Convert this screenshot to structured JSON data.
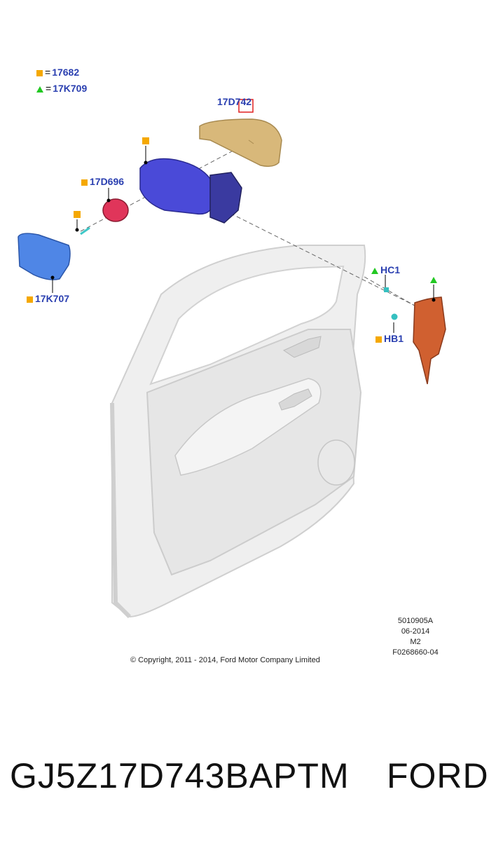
{
  "legend": [
    {
      "marker": "square",
      "color": "#f5a800",
      "text": "17682"
    },
    {
      "marker": "triangle",
      "color": "#22c822",
      "text": "17K709"
    }
  ],
  "legend_equals": "=",
  "callouts": {
    "housing_cover": "17D742",
    "motor": "17D696",
    "glass": "17K707",
    "hc1": "HC1",
    "hb1": "HB1"
  },
  "ref_block": {
    "line1": "5010905A",
    "line2": "06-2014",
    "line3": "M2",
    "line4": "F0268660-04"
  },
  "copyright": "© Copyright, 2011 - 2014, Ford Motor Company Limited",
  "footer": {
    "part_number": "GJ5Z17D743BAPTM",
    "brand": "FORD"
  },
  "colors": {
    "label_blue": "#2a3fb0",
    "orange_marker": "#f5a800",
    "green_marker": "#22c822",
    "door_fill": "#ececec"
  },
  "icons": [
    "square-marker-icon",
    "triangle-marker-icon"
  ]
}
